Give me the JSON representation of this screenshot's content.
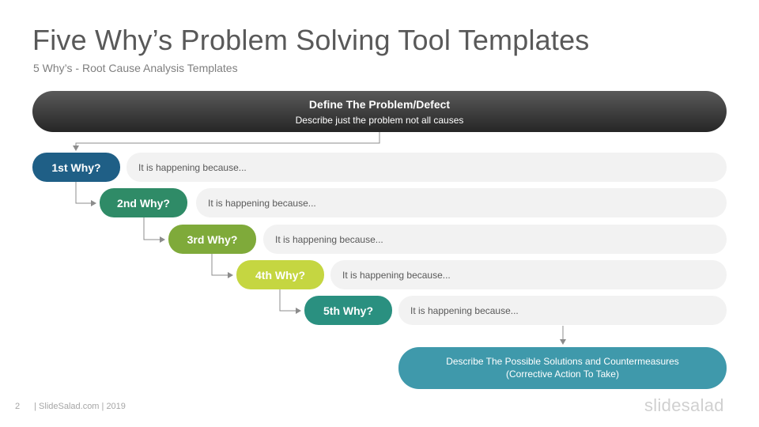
{
  "slide": {
    "title": "Five Why’s Problem Solving Tool Templates",
    "subtitle": "5 Why’s - Root Cause Analysis Templates"
  },
  "problem": {
    "title": "Define The Problem/Defect",
    "description": "Describe just the problem  not all causes"
  },
  "whys": [
    {
      "label": "1st Why?",
      "answer": "It is happening because...",
      "color": "#1f5f86"
    },
    {
      "label": "2nd Why?",
      "answer": "It is happening because...",
      "color": "#2f8b67"
    },
    {
      "label": "3rd Why?",
      "answer": "It is happening because...",
      "color": "#7faa3a"
    },
    {
      "label": "4th Why?",
      "answer": "It is happening because...",
      "color": "#c5d641"
    },
    {
      "label": "5th Why?",
      "answer": "It is happening because...",
      "color": "#2a9080"
    }
  ],
  "solution": {
    "line1": "Describe The Possible  Solutions  and Countermeasures",
    "line2": "(Corrective  Action  To Take)"
  },
  "footer": {
    "page_number": "2",
    "text": "| SlideSalad.com | 2019",
    "logo": "slidesalad"
  }
}
